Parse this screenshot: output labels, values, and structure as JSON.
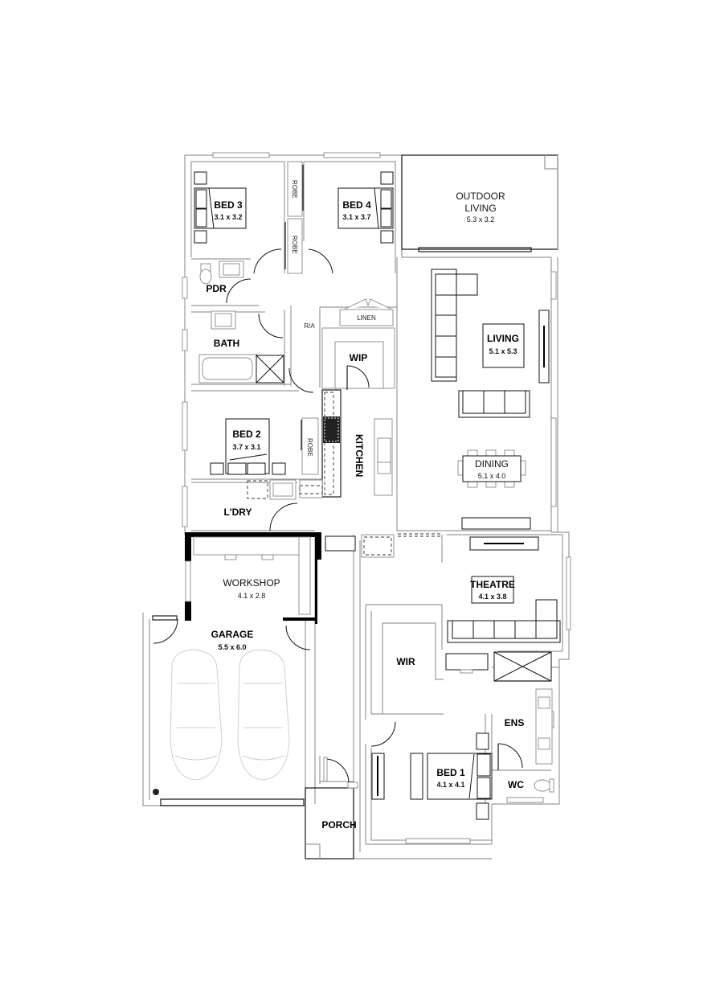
{
  "plan": {
    "type": "residential floor plan",
    "rooms": {
      "bed3": {
        "label": "BED 3",
        "dims": "3.1 x 3.2"
      },
      "bed4": {
        "label": "BED 4",
        "dims": "3.1 x 3.7"
      },
      "robe_a": {
        "label": "ROBE"
      },
      "robe_b": {
        "label": "ROBE"
      },
      "robe_c": {
        "label": "ROBE"
      },
      "outdoor": {
        "label_line1": "OUTDOOR",
        "label_line2": "LIVING",
        "dims": "5.3 x 3.2"
      },
      "pdr": {
        "label": "PDR"
      },
      "bath": {
        "label": "BATH"
      },
      "linen": {
        "label": "LINEN"
      },
      "ra": {
        "label": "R/A"
      },
      "wip": {
        "label": "WIP"
      },
      "living": {
        "label": "LIVING",
        "dims": "5.1 x 5.3"
      },
      "bed2": {
        "label": "BED 2",
        "dims": "3.7 x 3.1"
      },
      "kitchen": {
        "label": "KITCHEN"
      },
      "dining": {
        "label": "DINING",
        "dims": "5.1 x 4.0"
      },
      "laundry": {
        "label": "L'DRY"
      },
      "workshop": {
        "label": "WORKSHOP",
        "dims": "4.1 x 2.8"
      },
      "garage": {
        "label": "GARAGE",
        "dims": "5.5 x 6.0"
      },
      "theatre": {
        "label": "THEATRE",
        "dims": "4.1 x 3.8"
      },
      "wir": {
        "label": "WIR"
      },
      "ens": {
        "label": "ENS"
      },
      "bed1": {
        "label": "BED 1",
        "dims": "4.1 x 4.1"
      },
      "wc": {
        "label": "WC"
      },
      "porch": {
        "label": "PORCH"
      }
    }
  }
}
